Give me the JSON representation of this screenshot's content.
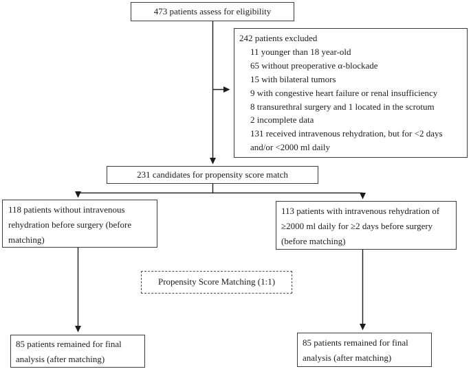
{
  "diagram": {
    "type": "flowchart",
    "nodes": {
      "eligibility": {
        "text": "473 patients assess for eligibility"
      },
      "excluded": {
        "title": "242 patients excluded",
        "items": [
          "11 younger than 18 year-old",
          "65 without preoperative α-blockade",
          "15 with bilateral tumors",
          "9 with congestive heart failure or renal insufficiency",
          "8 transurethral surgery and 1 located in the scrotum",
          "2 incomplete data",
          "131 received intravenous rehydration, but for <2 days and/or <2000 ml daily"
        ]
      },
      "candidates": {
        "text": "231 candidates for propensity score match"
      },
      "before_left": {
        "text": "118 patients without intravenous rehydration before surgery (before matching)"
      },
      "before_right": {
        "text": "113 patients with intravenous rehydration of ≥2000 ml daily for ≥2 days before surgery (before matching)"
      },
      "matching": {
        "text": "Propensity Score Matching (1:1)"
      },
      "after_left": {
        "text": "85 patients remained for final analysis (after matching)"
      },
      "after_right": {
        "text": "85 patients remained for final analysis (after matching)"
      }
    },
    "colors": {
      "background": "#ffffff",
      "box_border": "#3a3a3a",
      "dashed_border": "#4a4a4a",
      "text": "#1c1c1c",
      "connector_line": "#1c1c1c"
    }
  }
}
